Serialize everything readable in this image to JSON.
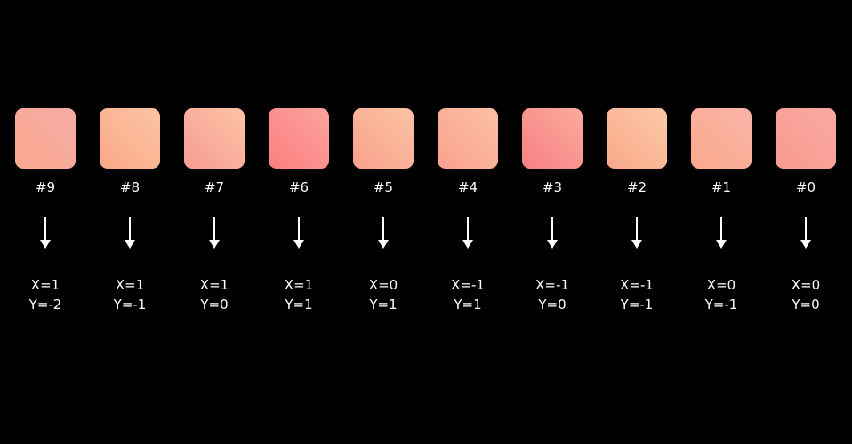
{
  "items": [
    {
      "label": "#9",
      "x": "X=1",
      "y": "Y=-2",
      "c1": "#f9a98f",
      "c2": "#f7aaa4"
    },
    {
      "label": "#8",
      "x": "X=1",
      "y": "Y=-1",
      "c1": "#f9a888",
      "c2": "#fbc4a3"
    },
    {
      "label": "#7",
      "x": "X=1",
      "y": "Y=0",
      "c1": "#f79c91",
      "c2": "#fbc3a6"
    },
    {
      "label": "#6",
      "x": "X=1",
      "y": "Y=1",
      "c1": "#fb7f80",
      "c2": "#fba39b"
    },
    {
      "label": "#5",
      "x": "X=0",
      "y": "Y=1",
      "c1": "#f9a08e",
      "c2": "#fbc3a3"
    },
    {
      "label": "#4",
      "x": "X=-1",
      "y": "Y=1",
      "c1": "#f9a18f",
      "c2": "#fbc0a5"
    },
    {
      "label": "#3",
      "x": "X=-1",
      "y": "Y=0",
      "c1": "#f78083",
      "c2": "#fbab9c"
    },
    {
      "label": "#2",
      "x": "X=-1",
      "y": "Y=-1",
      "c1": "#f9a88a",
      "c2": "#fbc9a6"
    },
    {
      "label": "#1",
      "x": "X=0",
      "y": "Y=-1",
      "c1": "#fba98c",
      "c2": "#f9b4a8"
    },
    {
      "label": "#0",
      "x": "X=0",
      "y": "Y=0",
      "c1": "#f89a90",
      "c2": "#f9aaa0"
    }
  ]
}
